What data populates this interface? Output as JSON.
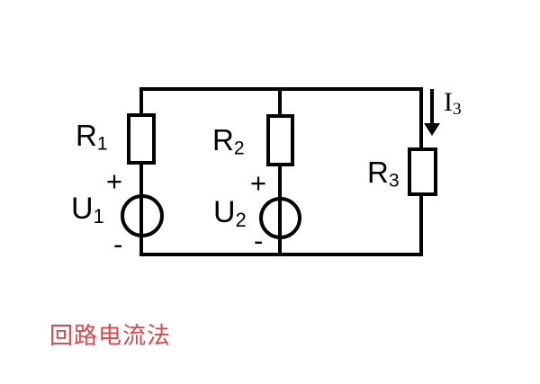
{
  "circuit": {
    "resistors": [
      {
        "name": "R",
        "sub": "1"
      },
      {
        "name": "R",
        "sub": "2"
      },
      {
        "name": "R",
        "sub": "3"
      }
    ],
    "sources": [
      {
        "name": "U",
        "sub": "1",
        "plus": "+",
        "minus": "-"
      },
      {
        "name": "U",
        "sub": "2",
        "plus": "+",
        "minus": "-"
      }
    ],
    "current": {
      "name": "I",
      "sub": "3"
    }
  },
  "caption": {
    "text": "回路电流法"
  },
  "colors": {
    "wire": "#000000",
    "background": "#ffffff",
    "caption": "#d9474b"
  }
}
